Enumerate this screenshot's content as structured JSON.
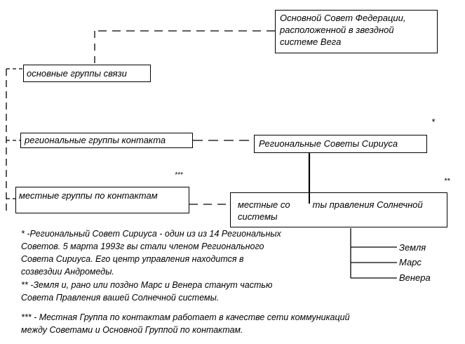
{
  "boxes": {
    "main_council": "Основной Совет  Федерации, расположенной в звездной системе Вега",
    "main_groups": "основные группы связи",
    "regional_groups": "региональные группы контакта",
    "regional_councils": "Региональные  Советы Сириуса",
    "local_groups": "местные группы по контактам",
    "local_councils_a": "местные со",
    "local_councils_b": "ты  правления Солнечной",
    "local_councils_c": "системы"
  },
  "marks": {
    "star1": "*",
    "star2": "**",
    "star3": "***"
  },
  "planets": [
    "Земля",
    "Марс",
    "Венера"
  ],
  "notes": [
    "* -Региональный Совет Сириуса - один из из 14 Региональных",
    "Советов.  5 марта 1993г вы стали членом Регионального",
    "Совета Сириуса. Его центр управления находится в",
    "созвездии Андромеды.",
    "** -Земля и, рано или поздно Марс и Венера станут частью",
    "Совета Правления вашей Солнечной системы.",
    "*** - Местная Группа по контактам работает в качестве сети коммуникаций",
    "между Советами и Основной Группой по контактам."
  ]
}
